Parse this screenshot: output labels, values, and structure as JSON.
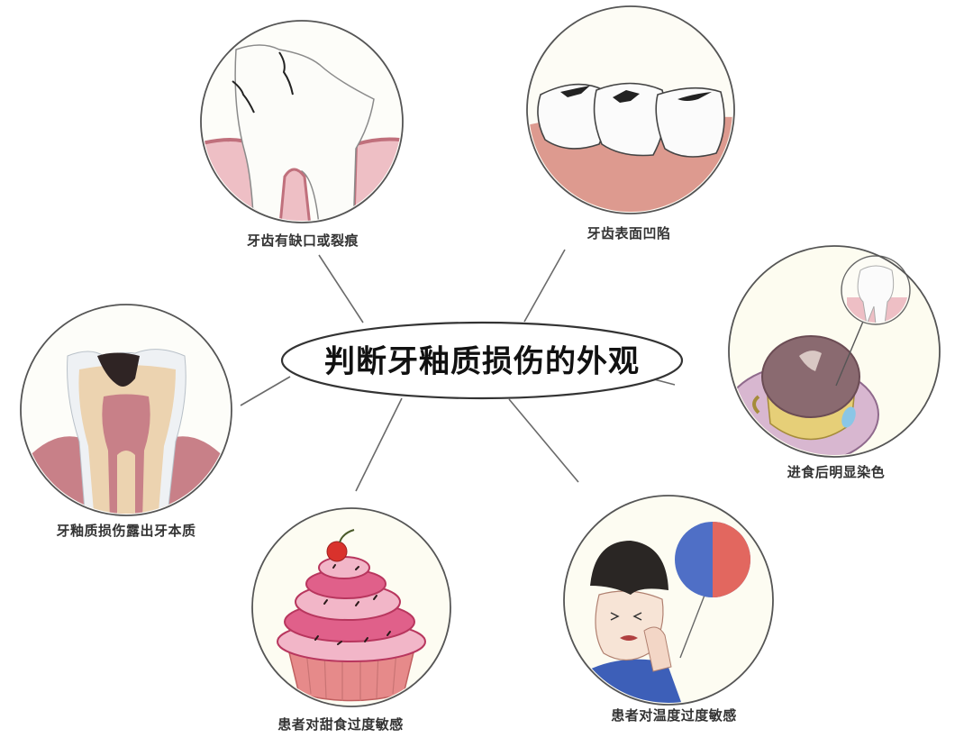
{
  "title": "判断牙釉质损伤的外观",
  "nodes": [
    {
      "id": "cracked",
      "label": "牙齿有缺口或裂痕",
      "illustration": "cracked-tooth-icon"
    },
    {
      "id": "pitted",
      "label": "牙齿表面凹陷",
      "illustration": "pitted-molars-icon"
    },
    {
      "id": "stained",
      "label": "进食后明显染色",
      "illustration": "coffee-cup-stain-icon"
    },
    {
      "id": "dentin",
      "label": "牙釉质损伤露出牙本质",
      "illustration": "tooth-cross-section-icon"
    },
    {
      "id": "sweet",
      "label": "患者对甜食过度敏感",
      "illustration": "cupcake-icon"
    },
    {
      "id": "temperature",
      "label": "患者对温度过度敏感",
      "illustration": "boy-toothache-icon"
    }
  ],
  "colors": {
    "outline": "#555555",
    "gum": "#d98a96",
    "gum_light": "#eebfc5",
    "enamel": "#fbfbf8",
    "dentin": "#ecd3b0",
    "pulp": "#c77b83",
    "decay": "#2f2424",
    "coffee": "#8a6a70",
    "cup": "#e8d27a",
    "frosting": "#e98aa6",
    "cherry": "#d9322c",
    "hot": "#e2675f",
    "cold": "#4f6fc6",
    "shirt": "#3d5fb8",
    "hair": "#2a2624",
    "circle_bg": "#fdfcf5"
  }
}
